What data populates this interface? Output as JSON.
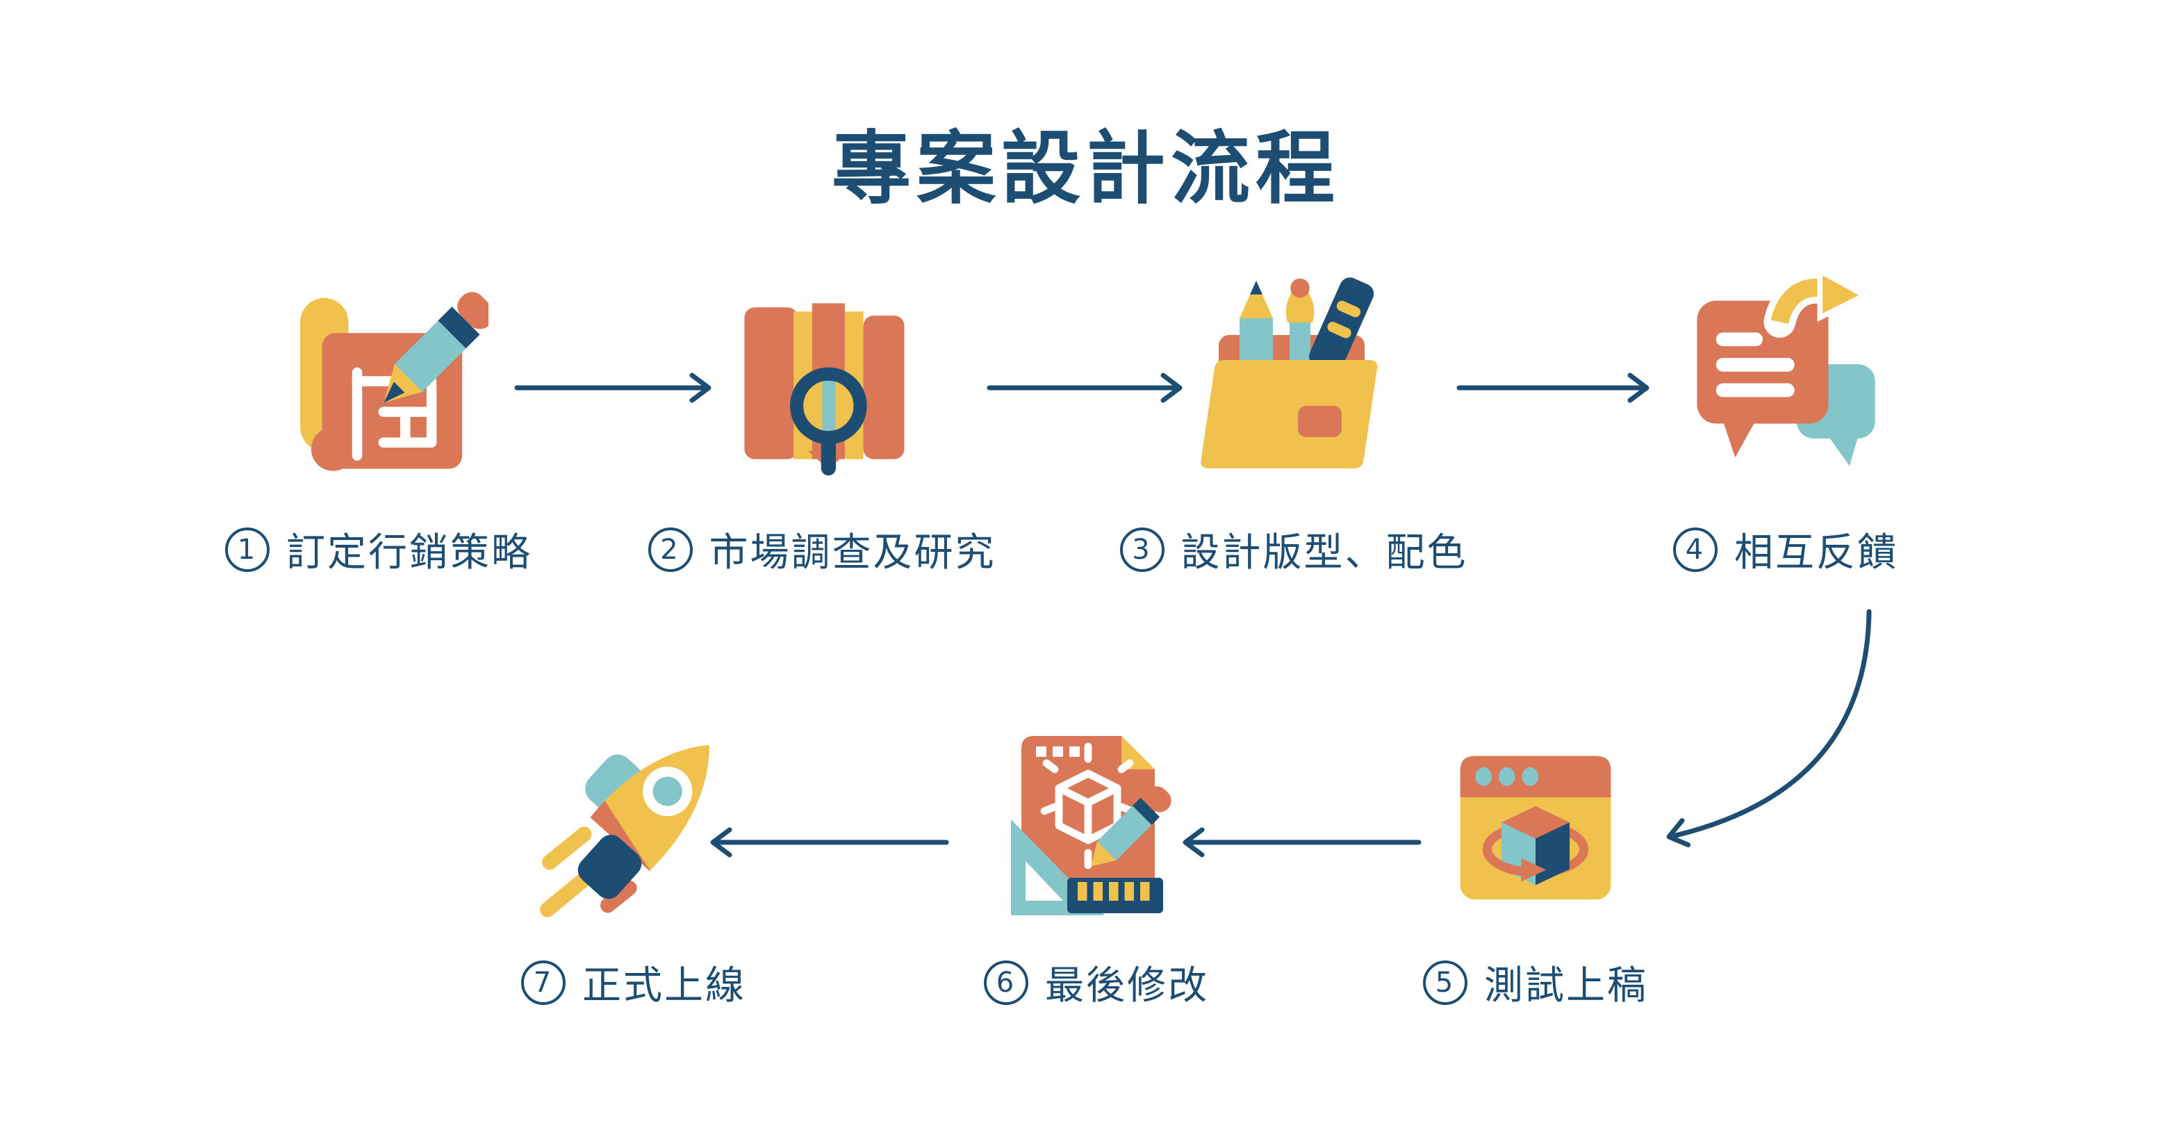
{
  "title": "專案設計流程",
  "steps": [
    {
      "num": "1",
      "label": "訂定行銷策略"
    },
    {
      "num": "2",
      "label": "市場調查及研究"
    },
    {
      "num": "3",
      "label": "設計版型、配色"
    },
    {
      "num": "4",
      "label": "相互反饋"
    },
    {
      "num": "5",
      "label": "測試上稿"
    },
    {
      "num": "6",
      "label": "最後修改"
    },
    {
      "num": "7",
      "label": "正式上線"
    }
  ],
  "colors": {
    "navy": "#1d4d73",
    "coral": "#d97757",
    "yellow": "#f0c14d",
    "teal": "#84c5c9"
  }
}
